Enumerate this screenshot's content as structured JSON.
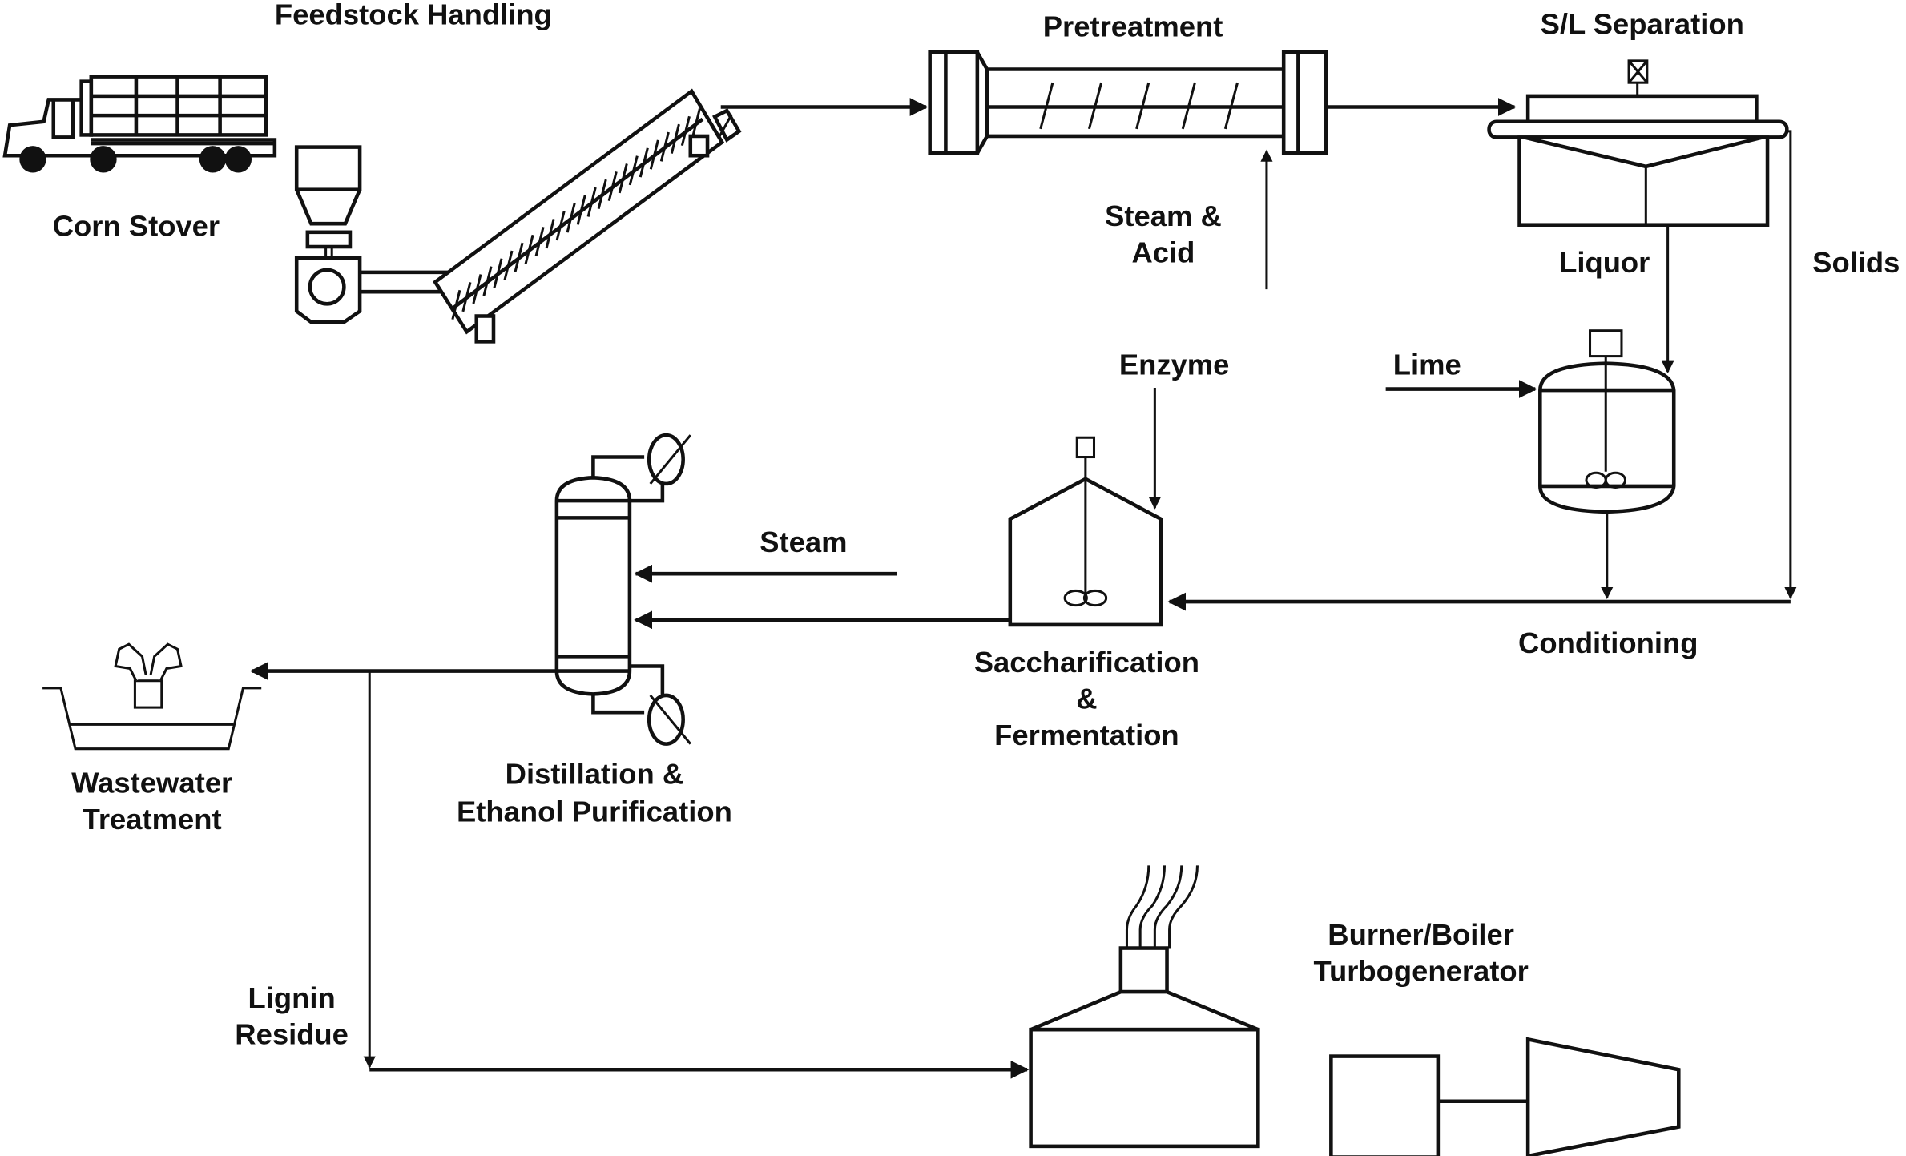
{
  "diagram": {
    "title": "Biochemical ethanol process flow",
    "colors": {
      "line": "#111111",
      "background": "#ffffff",
      "wastewater_block": "#d9d9d9"
    },
    "labels": {
      "feedstock_handling": "Feedstock Handling",
      "corn_stover": "Corn Stover",
      "pretreatment": "Pretreatment",
      "sl_separation": "S/L Separation",
      "steam_acid_1": "Steam &",
      "steam_acid_2": "Acid",
      "liquor": "Liquor",
      "solids": "Solids",
      "enzyme": "Enzyme",
      "lime": "Lime",
      "steam": "Steam",
      "conditioning": "Conditioning",
      "saccharification_1": "Saccharification",
      "saccharification_2": "&",
      "saccharification_3": "Fermentation",
      "distillation_1": "Distillation &",
      "distillation_2": "Ethanol Purification",
      "wastewater_1": "Wastewater",
      "wastewater_2": "Treatment",
      "lignin_1": "Lignin",
      "lignin_2": "Residue",
      "burner_1": "Burner/Boiler",
      "burner_2": "Turbogenerator"
    },
    "nodes": [
      {
        "id": "truck",
        "name": "Corn Stover truck"
      },
      {
        "id": "hopper",
        "name": "Feed hopper"
      },
      {
        "id": "conveyor",
        "name": "Screw conveyor"
      },
      {
        "id": "pretreatment",
        "name": "Pretreatment reactor"
      },
      {
        "id": "sl_separator",
        "name": "S/L Separation filter"
      },
      {
        "id": "conditioning_tank",
        "name": "Conditioning tank"
      },
      {
        "id": "fermenter",
        "name": "Saccharification & Fermentation vessel"
      },
      {
        "id": "distillation_column",
        "name": "Distillation column"
      },
      {
        "id": "wastewater_basin",
        "name": "Wastewater basin"
      },
      {
        "id": "boiler",
        "name": "Burner/Boiler"
      },
      {
        "id": "turbogenerator",
        "name": "Turbogenerator"
      }
    ],
    "edges": [
      {
        "from": "conveyor",
        "to": "pretreatment"
      },
      {
        "from": "pretreatment",
        "to": "sl_separator"
      },
      {
        "from": "Steam & Acid",
        "to": "pretreatment"
      },
      {
        "from": "sl_separator",
        "to": "conditioning_tank",
        "label": "Liquor"
      },
      {
        "from": "Lime",
        "to": "conditioning_tank"
      },
      {
        "from": "sl_separator",
        "to": "fermenter",
        "label": "Solids"
      },
      {
        "from": "conditioning_tank",
        "to": "fermenter"
      },
      {
        "from": "Enzyme",
        "to": "fermenter"
      },
      {
        "from": "fermenter",
        "to": "distillation_column"
      },
      {
        "from": "Steam",
        "to": "distillation_column"
      },
      {
        "from": "distillation_column",
        "to": "wastewater_basin"
      },
      {
        "from": "distillation_column",
        "to": "boiler",
        "label": "Lignin Residue"
      }
    ]
  }
}
